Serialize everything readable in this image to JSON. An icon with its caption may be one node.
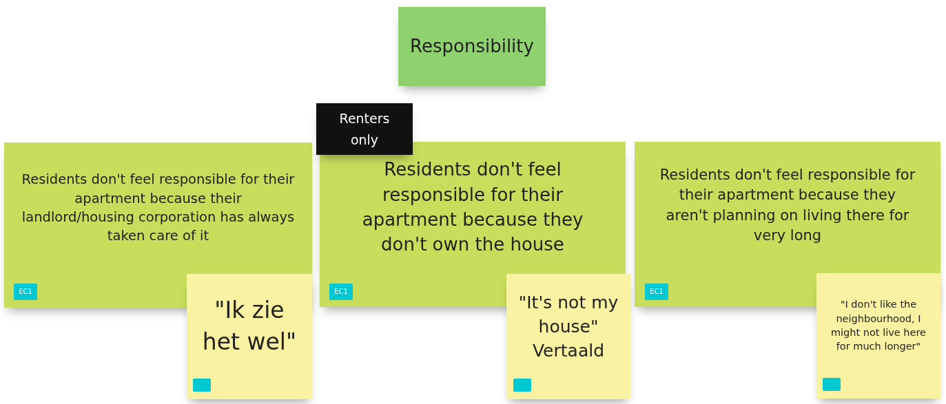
{
  "diagram": {
    "nodes": [
      {
        "text": [
          "Responsibility"
        ]
      },
      {
        "text": [
          "Renters only"
        ]
      },
      {
        "text": [
          "Residents don't feel responsible for their apartment because their landlord/housing corporation has always taken care of it"
        ]
      },
      {
        "text": [
          "EC1"
        ],
        "in": 2
      },
      {
        "text": [
          "Residents don't feel responsible for their apartment because they don't own the house"
        ]
      },
      {
        "text": [
          "EC1"
        ],
        "in": 4
      },
      {
        "text": [
          "Residents don't feel responsible for their apartment because they aren't planning on living there for very long"
        ]
      },
      {
        "text": [
          "EC1"
        ],
        "in": 6
      },
      {
        "text": [
          "\"Ik zie het wel\""
        ]
      },
      {
        "text": [],
        "shape": "box",
        "in": 8
      },
      {
        "text": [
          "\"It's not my house\" Vertaald"
        ]
      },
      {
        "text": [],
        "shape": "box",
        "in": 10
      },
      {
        "text": [
          "\"I don't like the neighbourhood, I might not live here for much longer\""
        ]
      },
      {
        "text": [],
        "shape": "box",
        "in": 12
      }
    ],
    "edges": []
  }
}
